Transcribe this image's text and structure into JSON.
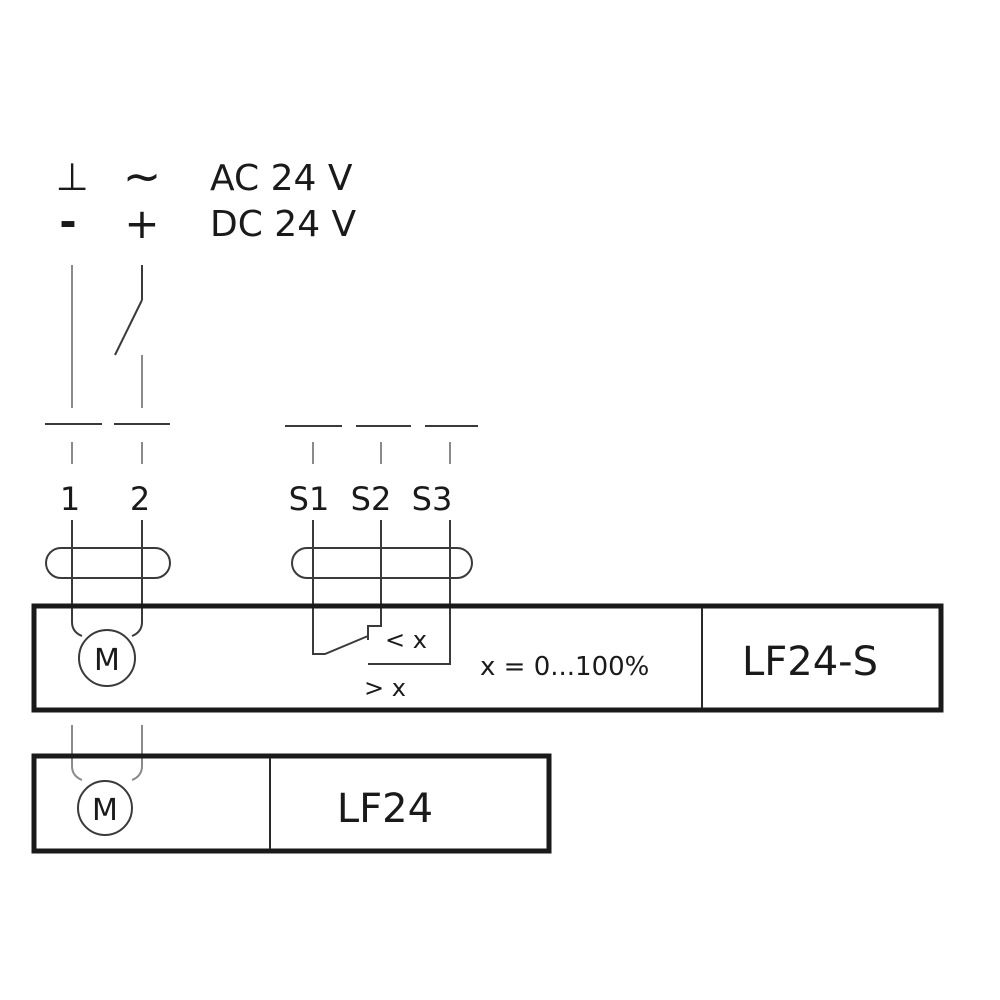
{
  "supply": {
    "ground_symbol": "⊥",
    "ac_symbol": "~",
    "minus_symbol": "-",
    "plus_symbol": "+",
    "ac_label": "AC 24 V",
    "dc_label": "DC 24 V"
  },
  "terminals": {
    "t1": "1",
    "t2": "2",
    "s1": "S1",
    "s2": "S2",
    "s3": "S3"
  },
  "device_s": {
    "motor_label": "M",
    "switch_lt": "< x",
    "switch_gt": "> x",
    "range": "x = 0...100%",
    "model": "LF24-S"
  },
  "device_basic": {
    "motor_label": "M",
    "model": "LF24"
  },
  "colors": {
    "line": "#3a3a3a",
    "frame": "#1a1a1a"
  }
}
